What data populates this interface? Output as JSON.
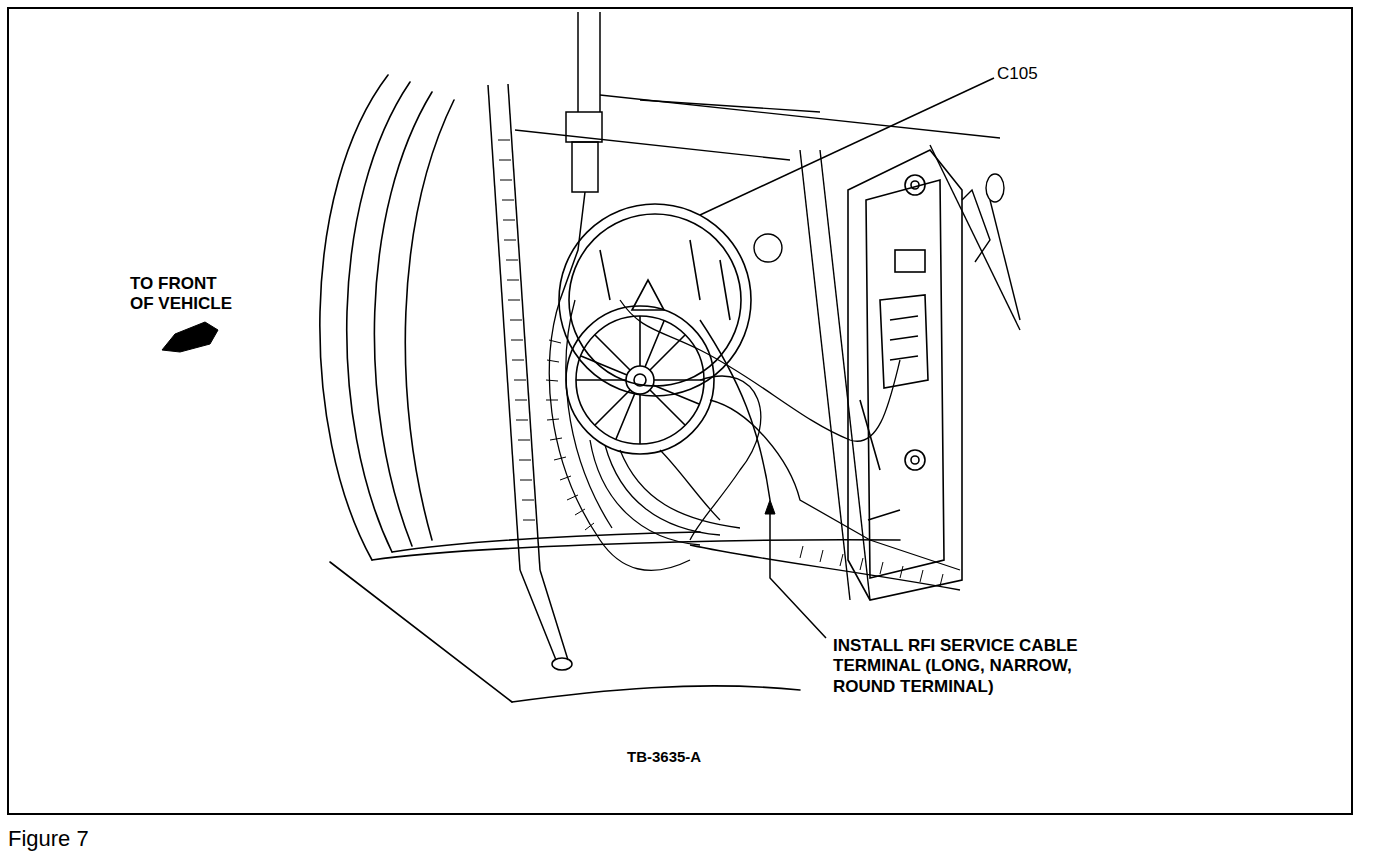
{
  "diagram": {
    "caption": "Figure 7",
    "labels": [
      "C105",
      "TO FRONT OF VEHICLE",
      "INSTALL RFI SERVICE CABLE TERMINAL (LONG, NARROW, ROUND TERMINAL)",
      "TB-3635-A"
    ]
  }
}
